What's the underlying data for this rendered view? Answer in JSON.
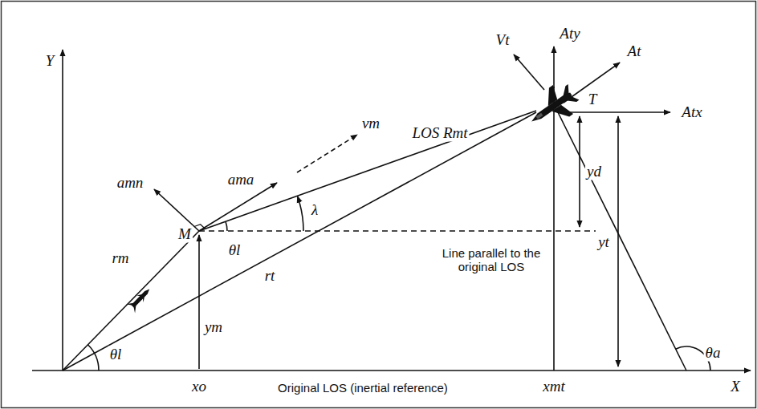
{
  "diagram": {
    "labels": [
      "Y",
      "Vt",
      "Aty",
      "At",
      "T",
      "Atx",
      "amn",
      "ama",
      "vm",
      "LOS Rmt",
      "λ",
      "θl",
      "M",
      "yd",
      "Line parallel to the original LOS",
      "yt",
      "rm",
      "rt",
      "ym",
      "θl",
      "θa",
      "xo",
      "Original LOS (inertial reference)",
      "xmt",
      "X"
    ]
  }
}
